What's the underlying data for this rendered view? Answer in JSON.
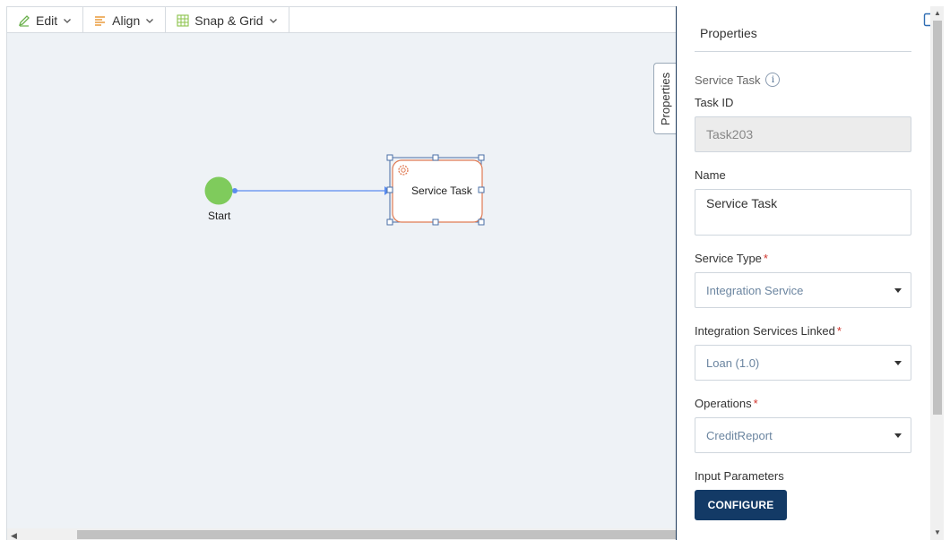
{
  "toolbar": {
    "edit_label": "Edit",
    "align_label": "Align",
    "snap_label": "Snap & Grid"
  },
  "diagram": {
    "start_label": "Start",
    "task_label": "Service Task",
    "colors": {
      "start_fill": "#7fcb5c",
      "connector": "#5b8def",
      "task_border": "#e07b54",
      "selection": "#4a6fa5"
    }
  },
  "side_tab": {
    "label": "Properties"
  },
  "panel": {
    "title": "Properties",
    "subtitle": "Service Task",
    "task_id_label": "Task ID",
    "task_id_value": "Task203",
    "name_label": "Name",
    "name_value": "Service Task",
    "service_type_label": "Service Type",
    "service_type_value": "Integration Service",
    "linked_label": "Integration Services Linked",
    "linked_value": "Loan (1.0)",
    "operations_label": "Operations",
    "operations_value": "CreditReport",
    "input_params_label": "Input Parameters",
    "configure_label": "CONFIGURE",
    "required_mark": "*",
    "info_glyph": "i",
    "accent_color": "#133a66"
  }
}
